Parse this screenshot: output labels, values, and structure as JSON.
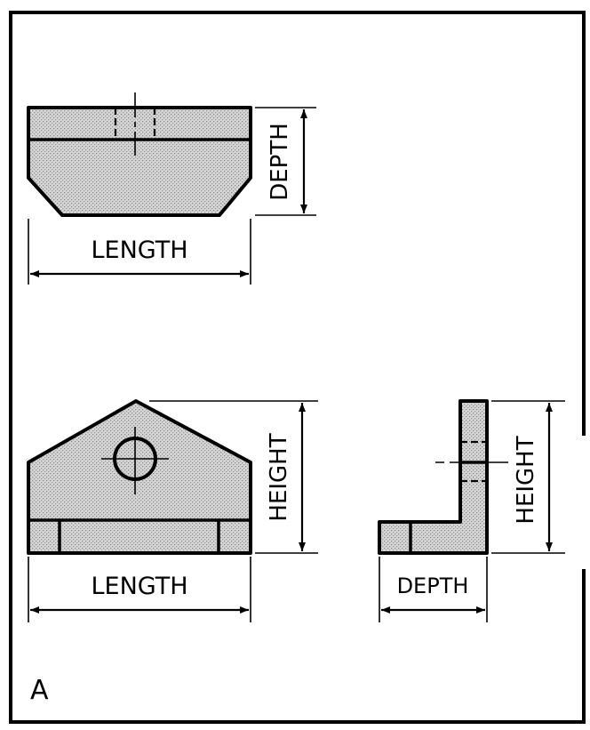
{
  "top_view": {
    "length_label": "LENGTH",
    "depth_label": "DEPTH"
  },
  "front_view": {
    "length_label": "LENGTH",
    "height_label": "HEIGHT"
  },
  "side_view": {
    "depth_label": "DEPTH",
    "height_label": "HEIGHT"
  },
  "figure_letter": "A"
}
